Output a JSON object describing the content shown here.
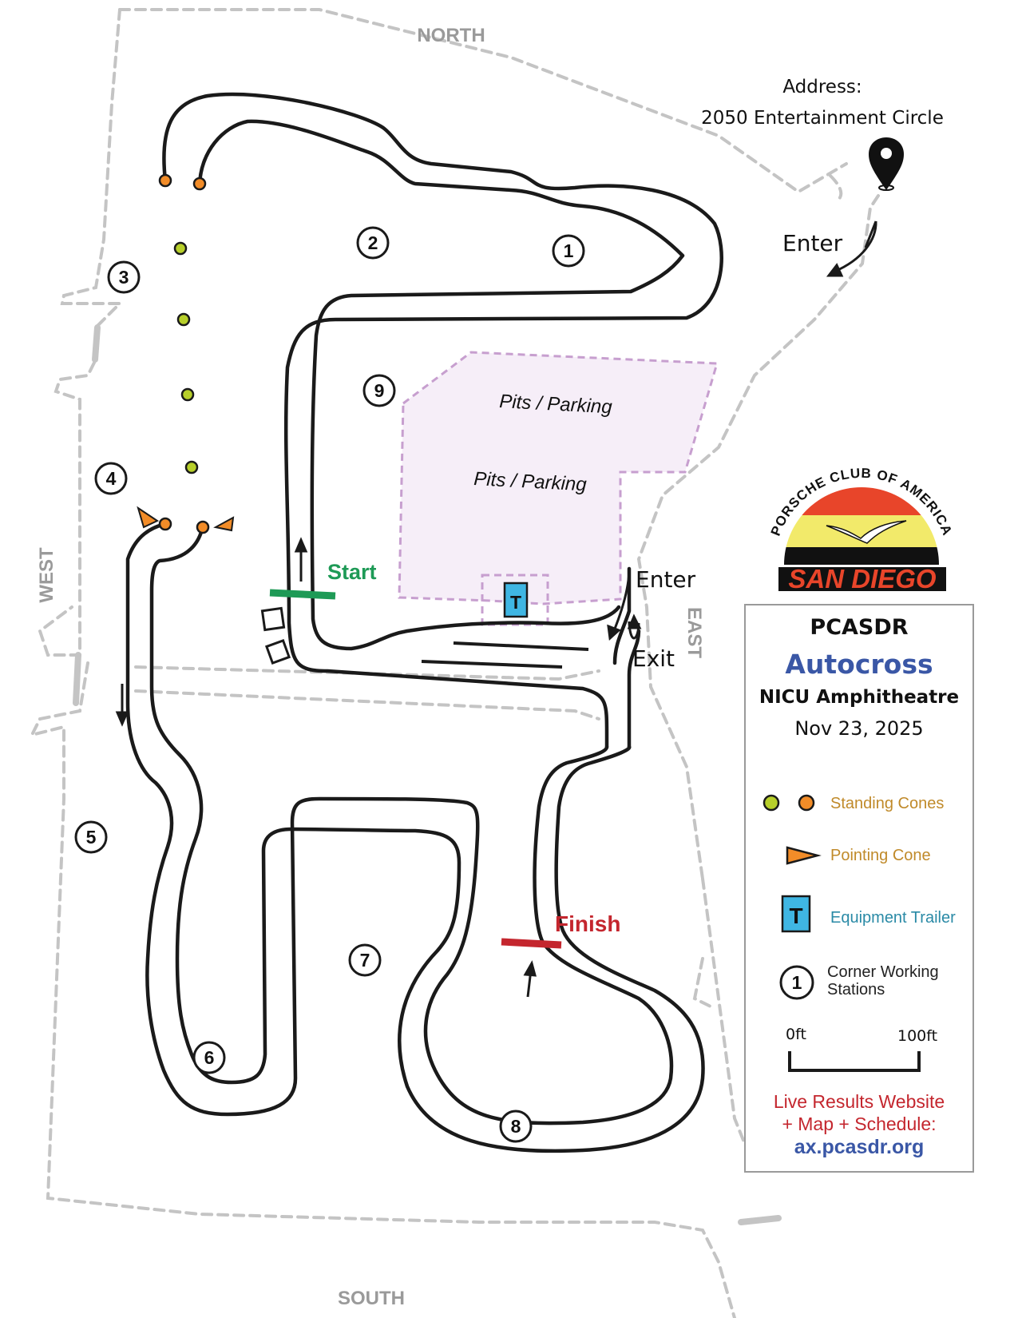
{
  "compass": {
    "north": "NORTH",
    "south": "SOUTH",
    "east": "EAST",
    "west": "WEST"
  },
  "address": {
    "label": "Address:",
    "street": "2050 Entertainment Circle"
  },
  "entries": {
    "enter_top": "Enter",
    "enter_side": "Enter",
    "exit_side": "Exit"
  },
  "pits": {
    "label_1": "Pits / Parking",
    "label_2": "Pits / Parking"
  },
  "markers": {
    "start": "Start",
    "finish": "Finish",
    "trailer_letter": "T"
  },
  "stations": [
    "1",
    "2",
    "3",
    "4",
    "5",
    "6",
    "7",
    "8",
    "9"
  ],
  "logo": {
    "arc_text": "PORSCHE CLUB OF AMERICA",
    "region": "SAN DIEGO"
  },
  "legend": {
    "club": "PCASDR",
    "event": "Autocross",
    "venue": "NICU Amphitheatre",
    "date": "Nov 23, 2025",
    "standing_cones": "Standing Cones",
    "pointing_cone": "Pointing Cone",
    "equipment_trailer": "Equipment Trailer",
    "corner_stations_line1": "Corner Working",
    "corner_stations_line2": "Stations",
    "corner_icon_number": "1",
    "trailer_icon_letter": "T",
    "scale_start": "0ft",
    "scale_end": "100ft",
    "results_line1": "Live Results Website",
    "results_line2": "+ Map + Schedule:",
    "results_url": "ax.pcasdr.org"
  },
  "colors": {
    "track": "#1a1a1a",
    "boundary": "#bdbdbd",
    "start": "#1e9a56",
    "finish": "#c4262e",
    "cone_green": "#b7cf2a",
    "cone_orange": "#f28c28",
    "trailer": "#3fb6e3",
    "pits_fill": "#f6eef8",
    "pits_border": "#c79fcf",
    "legend_cone_text": "#c08a2a",
    "legend_trailer_text": "#2a8aa6",
    "accent_blue": "#3a57a6"
  }
}
